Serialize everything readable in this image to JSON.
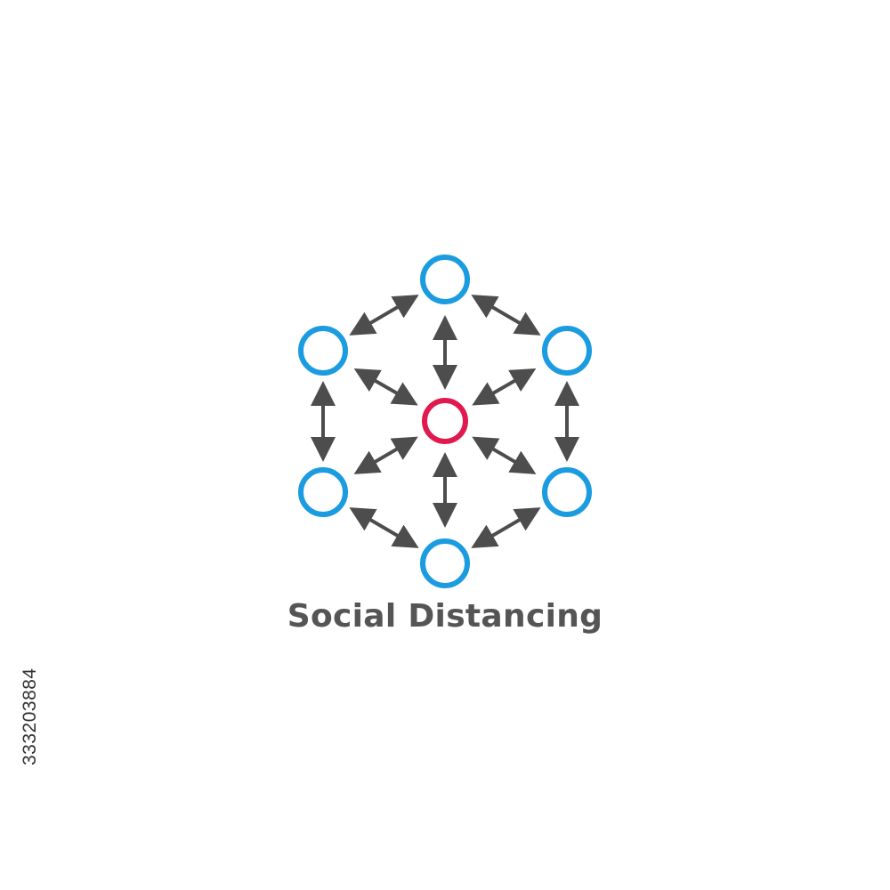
{
  "logo": {
    "caption": "Social Distancing",
    "center_node": "person-center",
    "outer_nodes": [
      "person-top",
      "person-upper-right",
      "person-lower-right",
      "person-bottom",
      "person-lower-left",
      "person-upper-left"
    ],
    "colors": {
      "outer": "#1B9BE0",
      "center": "#E01A4F",
      "arrows": "#4D4D4D",
      "text": "#555555"
    }
  },
  "stock_id": "333203884"
}
